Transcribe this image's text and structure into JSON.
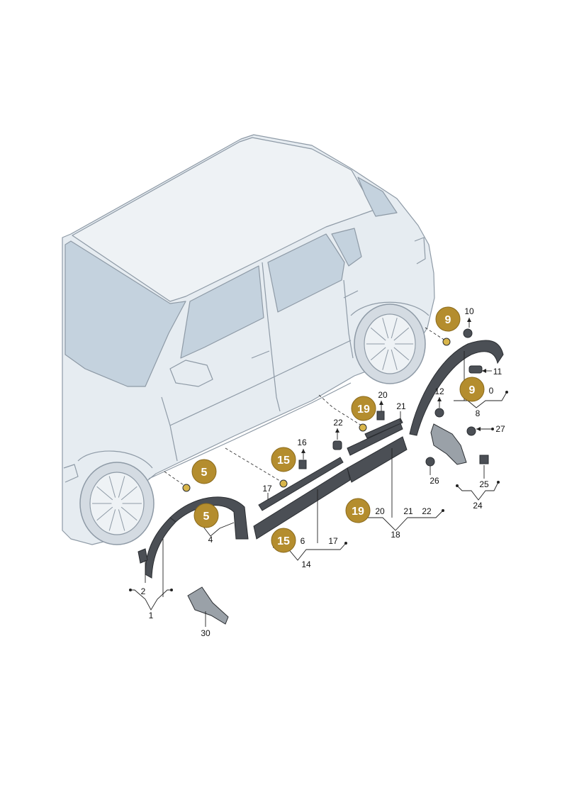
{
  "colors": {
    "car_body": "#e6ecf1",
    "car_glass": "#c4d2de",
    "car_line": "#8e9aa6",
    "part_fill": "#4b4f55",
    "part_edge": "#2a2d31",
    "badge_fill": "#b48d2e",
    "badge_text": "#ffffff",
    "leader": "#222222",
    "label": "#111111"
  },
  "icons": {
    "leader_end": "dot",
    "small_arrow": "arrow-up-icon"
  },
  "badges": [
    {
      "id": "badge-9-top",
      "text": "9"
    },
    {
      "id": "badge-9-mid",
      "text": "9"
    },
    {
      "id": "badge-19-top",
      "text": "19"
    },
    {
      "id": "badge-15-top",
      "text": "15"
    },
    {
      "id": "badge-5-top",
      "text": "5"
    },
    {
      "id": "badge-5-bottom",
      "text": "5"
    },
    {
      "id": "badge-19-bottom",
      "text": "19"
    },
    {
      "id": "badge-15-bottom",
      "text": "15"
    }
  ],
  "labels": {
    "n1": "1",
    "n2": "2",
    "n4": "4",
    "n6": "6",
    "n8": "8",
    "n0": "0",
    "n10": "10",
    "n11": "11",
    "n12": "12",
    "n14": "14",
    "n16": "16",
    "n17a": "17",
    "n17b": "17",
    "n18": "18",
    "n20a": "20",
    "n20b": "20",
    "n21a": "21",
    "n21b": "21",
    "n22a": "22",
    "n22b": "22",
    "n24": "24",
    "n25": "25",
    "n26": "26",
    "n27": "27",
    "n30": "30"
  }
}
